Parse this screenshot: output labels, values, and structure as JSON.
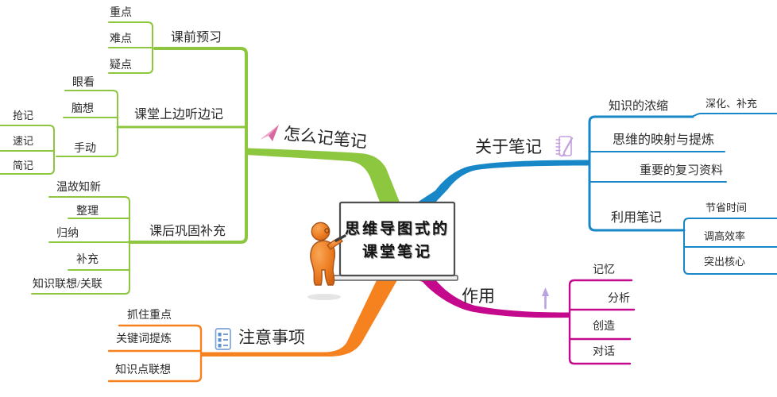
{
  "title": "思维导图式的课堂笔记",
  "colors": {
    "green": "#8dc63f",
    "blue": "#1787c8",
    "magenta": "#c4098c",
    "orange": "#f5821f",
    "figure_orange": "#ed7d23",
    "plane_pink": "#e188b4",
    "icon_lavender": "#c49fdf",
    "icon_blue": "#7da4d8"
  },
  "mindmap": {
    "center": {
      "line1": "思维导图式的",
      "line2": "课堂笔记"
    },
    "branches": [
      {
        "label": "怎么记笔记",
        "color": "#8dc63f",
        "icon": "paper-plane-icon",
        "children": [
          {
            "label": "课前预习",
            "children": [
              {
                "label": "重点"
              },
              {
                "label": "难点"
              },
              {
                "label": "疑点"
              }
            ]
          },
          {
            "label": "课堂上边听边记",
            "children": [
              {
                "label": "眼看"
              },
              {
                "label": "脑想"
              },
              {
                "label": "手动",
                "children": [
                  {
                    "label": "抢记"
                  },
                  {
                    "label": "速记"
                  },
                  {
                    "label": "简记"
                  }
                ]
              }
            ]
          },
          {
            "label": "课后巩固补充",
            "children": [
              {
                "label": "温故知新"
              },
              {
                "label": "整理"
              },
              {
                "label": "归纳"
              },
              {
                "label": "补充"
              },
              {
                "label": "知识联想/关联"
              }
            ]
          }
        ]
      },
      {
        "label": "关于笔记",
        "color": "#1787c8",
        "icon": "notepad-pencil-icon",
        "children": [
          {
            "label": "知识的浓缩",
            "children": [
              {
                "label": "深化、补充"
              }
            ]
          },
          {
            "label": "思维的映射与提炼"
          },
          {
            "label": "重要的复习资料"
          },
          {
            "label": "利用笔记",
            "children": [
              {
                "label": "节省时间"
              },
              {
                "label": "调高效率"
              },
              {
                "label": "突出核心"
              }
            ]
          }
        ]
      },
      {
        "label": "作用",
        "color": "#c4098c",
        "icon": "up-arrow-icon",
        "children": [
          {
            "label": "记忆"
          },
          {
            "label": "分析"
          },
          {
            "label": "创造"
          },
          {
            "label": "对话"
          }
        ]
      },
      {
        "label": "注意事项",
        "color": "#f5821f",
        "icon": "checklist-icon",
        "children": [
          {
            "label": "抓住重点"
          },
          {
            "label": "关键词提炼"
          },
          {
            "label": "知识点联想"
          }
        ]
      }
    ]
  }
}
